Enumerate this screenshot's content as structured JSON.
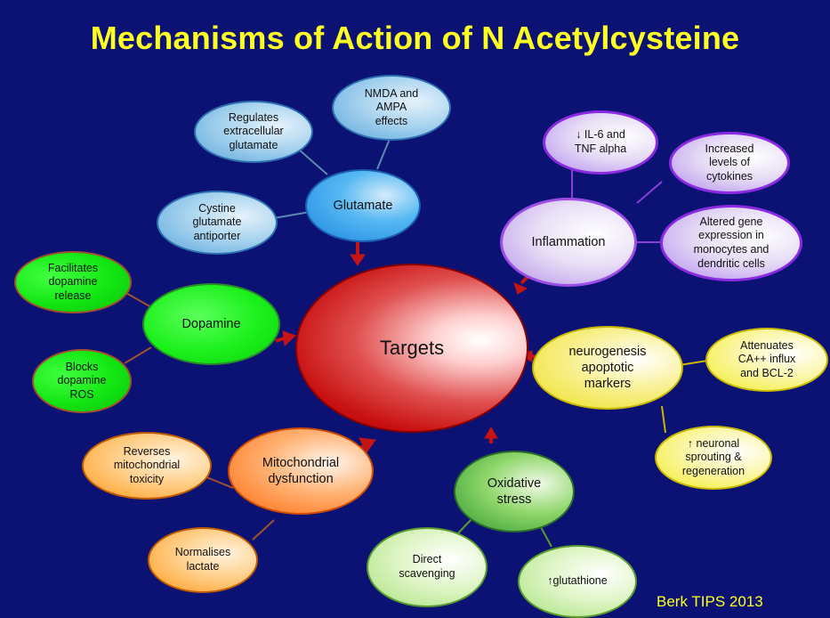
{
  "title": "Mechanisms of Action of N Acetylcysteine",
  "credit": "Berk TIPS 2013",
  "colors": {
    "background": "#0b1274",
    "title": "#ffff22",
    "arrow": "#c41414"
  },
  "center": {
    "label": "Targets"
  },
  "hubs": {
    "glutamate": "Glutamate",
    "inflammation": "Inflammation",
    "dopamine": "Dopamine",
    "neurogenesis": "neurogenesis\napoptotic\nmarkers",
    "mitochondrial": "Mitochondrial\ndysfunction",
    "oxidative": "Oxidative\nstress"
  },
  "leaves": {
    "regulates_glutamate": "Regulates\nextracellular\nglutamate",
    "nmda_ampa": "NMDA and\nAMPA\neffects",
    "cystine_antiporter": "Cystine\nglutamate\nantiporter",
    "il6_tnf": "↓ IL-6 and\nTNF alpha",
    "increased_cytokines": "Increased\nlevels of\ncytokines",
    "altered_gene": "Altered gene\nexpression in\nmonocytes and\ndendritic cells",
    "facilitates_dopamine": "Facilitates\ndopamine\nrelease",
    "blocks_dopamine": "Blocks\ndopamine\nROS",
    "attenuates_ca": "Attenuates\nCA++ influx\nand BCL-2",
    "neuronal_sprouting": "↑ neuronal\nsprouting &\nregeneration",
    "reverses_mito": "Reverses\nmitochondrial\ntoxicity",
    "normalises_lactate": "Normalises\nlactate",
    "direct_scavenging": "Direct\nscavenging",
    "glutathione": "↑glutathione"
  }
}
